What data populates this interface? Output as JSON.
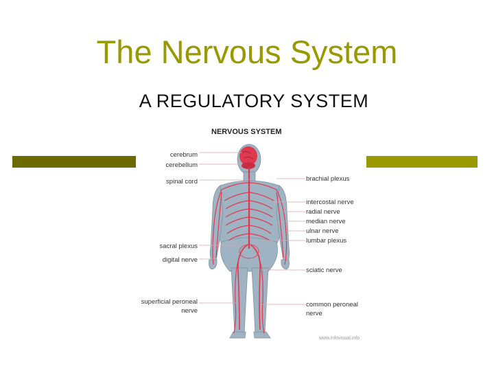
{
  "slide": {
    "title": "The Nervous System",
    "subtitle": "A REGULATORY SYSTEM",
    "accent_bar_left_color": "#6b6b00",
    "accent_bar_right_color": "#999900"
  },
  "diagram": {
    "heading": "NERVOUS SYSTEM",
    "labels_left": {
      "cerebrum": "cerebrum",
      "cerebellum": "cerebellum",
      "spinal_cord": "spinal cord",
      "sacral_plexus": "sacral plexus",
      "digital_nerve": "digital nerve",
      "superficial_peroneal_1": "superficial peroneal",
      "superficial_peroneal_2": "nerve"
    },
    "labels_right": {
      "brachial_plexus": "brachial plexus",
      "intercostal_nerve": "intercostal nerve",
      "radial_nerve": "radial nerve",
      "median_nerve": "median nerve",
      "ulnar_nerve": "ulnar nerve",
      "lumbar_plexus": "lumbar plexus",
      "sciatic_nerve": "sciatic nerve",
      "common_peroneal_1": "common peroneal",
      "common_peroneal_2": "nerve"
    },
    "credit": "www.infovisual.info",
    "body_color": "#9fb3c2",
    "nerve_color": "#e0394f"
  }
}
